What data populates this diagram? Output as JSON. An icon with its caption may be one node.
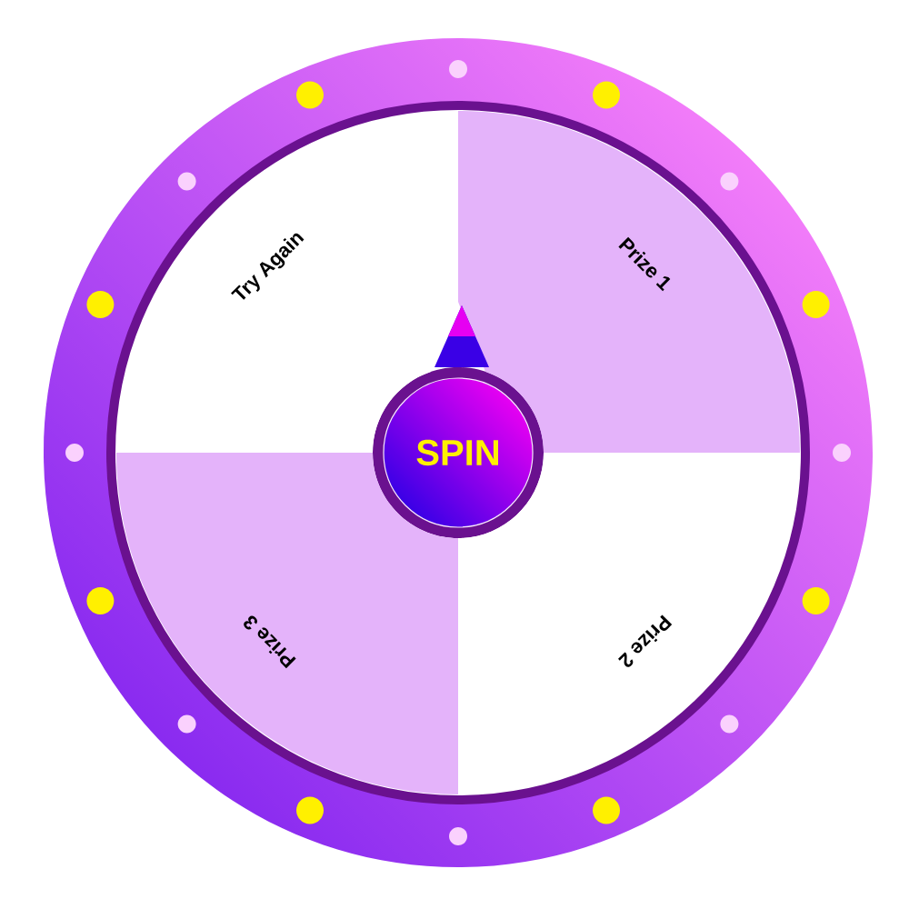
{
  "diagram": {
    "nodes": [
      {
        "text": [
          "Try Again"
        ]
      },
      {
        "text": [
          "Prize 1"
        ]
      },
      {
        "text": [
          "SPIN"
        ]
      },
      {
        "text": [
          "Prize 3"
        ]
      },
      {
        "text": [
          "Prize 2"
        ]
      }
    ]
  }
}
